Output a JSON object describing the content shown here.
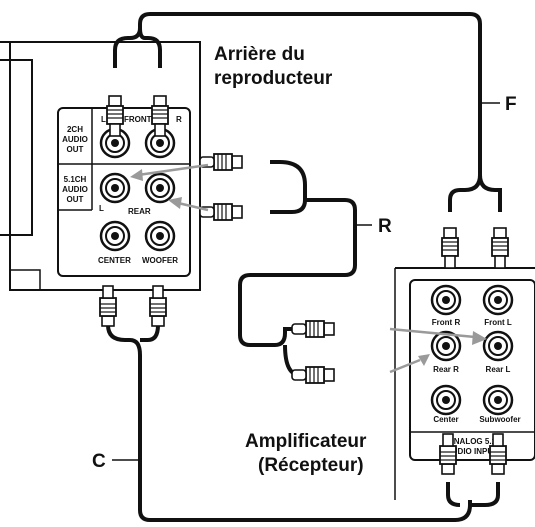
{
  "player": {
    "title_line1": "Arrière du",
    "title_line2": "reproducteur",
    "audio_2ch_line1": "2CH",
    "audio_2ch_line2": "AUDIO",
    "audio_2ch_line3": "OUT",
    "audio_51_line1": "5.1CH",
    "audio_51_line2": "AUDIO",
    "audio_51_line3": "OUT",
    "front_label": "FRONT",
    "l_label": "L",
    "r_label": "R",
    "rear_label": "REAR",
    "rear_l_label": "L",
    "center_label": "CENTER",
    "woofer_label": "WOOFER"
  },
  "amplifier": {
    "title_line1": "Amplificateur",
    "title_line2": "(Récepteur)",
    "front_r": "Front R",
    "front_l": "Front L",
    "rear_r": "Rear R",
    "rear_l": "Rear L",
    "center": "Center",
    "subwoofer": "Subwoofer",
    "analog_line1": "ANALOG 5.1",
    "analog_line2": "AUDIO INPUT"
  },
  "cables": {
    "front": "F",
    "rear": "R",
    "center": "C"
  },
  "colors": {
    "line": "#111111",
    "arrow": "#9a9a9a",
    "jack_face": "#ffffff"
  }
}
